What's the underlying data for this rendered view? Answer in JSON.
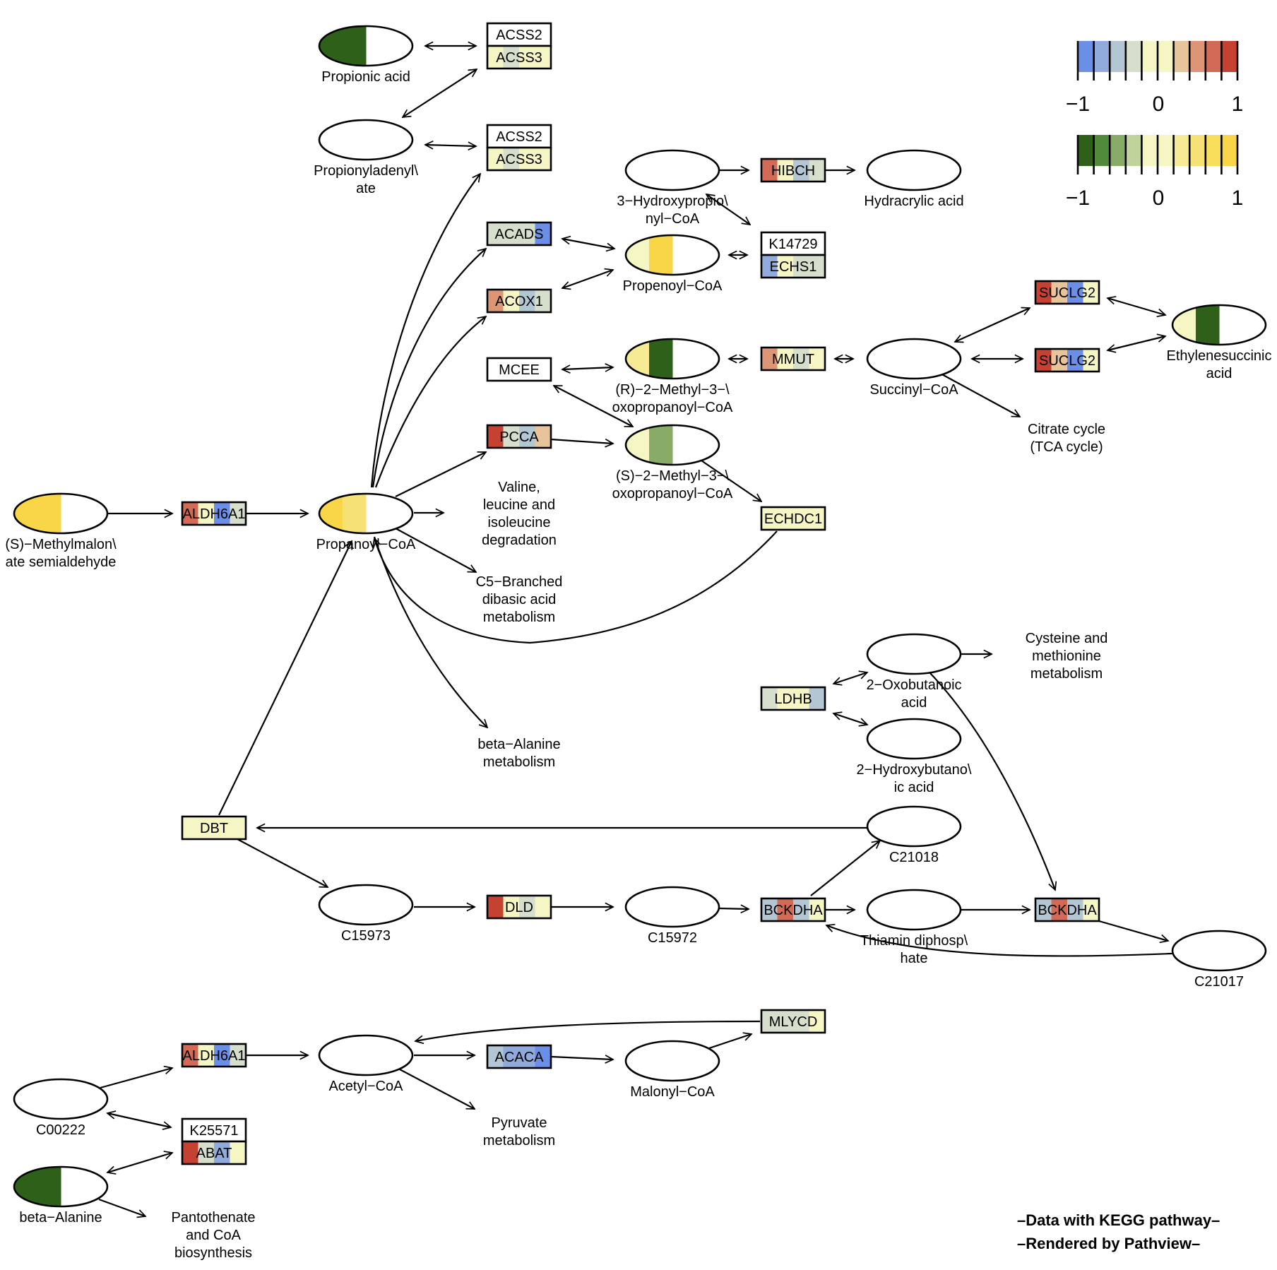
{
  "colors": {
    "gene_scale": [
      "#6b8fe6",
      "#90aadc",
      "#b3c6d4",
      "#d6dfcc",
      "#f6f6c4",
      "#f6f6c4",
      "#e8c49a",
      "#dc9676",
      "#d26a56",
      "#c54232"
    ],
    "cpd_scale": [
      "#2e6019",
      "#528a3c",
      "#89ab68",
      "#bfd39a",
      "#f6f6c4",
      "#f6f6c4",
      "#f6ea94",
      "#f6e274",
      "#f8de5a",
      "#f8d648"
    ]
  },
  "legend": {
    "gene": {
      "min_label": "−1",
      "mid_label": "0",
      "max_label": "1"
    },
    "compound": {
      "min_label": "−1",
      "mid_label": "0",
      "max_label": "1"
    }
  },
  "footer": {
    "line1": "–Data with KEGG pathway–",
    "line2": "–Rendered  by  Pathview–"
  },
  "compounds": [
    {
      "id": "propionic_acid",
      "label": [
        "Propionic acid"
      ],
      "colors": [
        "#2e6019",
        "#2e6019"
      ]
    },
    {
      "id": "propionyladenylate",
      "label": [
        "Propionyladenyl\\",
        "ate"
      ],
      "colors": []
    },
    {
      "id": "hydroxypropionyl_coa",
      "label": [
        "3−Hydroxypropio\\",
        "nyl−CoA"
      ],
      "colors": []
    },
    {
      "id": "hydracrylic_acid",
      "label": [
        "Hydracrylic acid"
      ],
      "colors": []
    },
    {
      "id": "propenoyl_coa",
      "label": [
        "Propenoyl−CoA"
      ],
      "colors": [
        "#f6f6c4",
        "#f8d648"
      ]
    },
    {
      "id": "r_methyl_oxopropanoyl_coa",
      "label": [
        "(R)−2−Methyl−3−\\",
        "oxopropanoyl−CoA"
      ],
      "colors": [
        "#f6ea94",
        "#2e6019"
      ]
    },
    {
      "id": "s_methyl_oxopropanoyl_coa",
      "label": [
        "(S)−2−Methyl−3−\\",
        "oxopropanoyl−CoA"
      ],
      "colors": [
        "#f6f6c4",
        "#89ab68"
      ]
    },
    {
      "id": "succinyl_coa",
      "label": [
        "Succinyl−CoA"
      ],
      "colors": []
    },
    {
      "id": "ethylenesuccinic_acid",
      "label": [
        "Ethylenesuccinic",
        "acid"
      ],
      "colors": [
        "#f6f6c4",
        "#2e6019"
      ]
    },
    {
      "id": "s_methylmalonate_semialdehyde",
      "label": [
        "(S)−Methylmalon\\",
        "ate semialdehyde"
      ],
      "colors": [
        "#f8d648",
        "#f8d648"
      ]
    },
    {
      "id": "propanoyl_coa",
      "label": [
        "Propanoyl−CoA"
      ],
      "colors": [
        "#f8d648",
        "#f6e274"
      ]
    },
    {
      "id": "oxobutanoic_acid",
      "label": [
        "2−Oxobutanoic",
        "acid"
      ],
      "colors": []
    },
    {
      "id": "hydroxybutanoic_acid",
      "label": [
        "2−Hydroxybutano\\",
        "ic acid"
      ],
      "colors": []
    },
    {
      "id": "c21018",
      "label": [
        "C21018"
      ],
      "colors": []
    },
    {
      "id": "c15973",
      "label": [
        "C15973"
      ],
      "colors": []
    },
    {
      "id": "c15972",
      "label": [
        "C15972"
      ],
      "colors": []
    },
    {
      "id": "thiamin_diphosphate",
      "label": [
        "Thiamin diphosp\\",
        "hate"
      ],
      "colors": []
    },
    {
      "id": "c21017",
      "label": [
        "C21017"
      ],
      "colors": []
    },
    {
      "id": "acetyl_coa",
      "label": [
        "Acetyl−CoA"
      ],
      "colors": []
    },
    {
      "id": "malonyl_coa",
      "label": [
        "Malonyl−CoA"
      ],
      "colors": []
    },
    {
      "id": "c00222",
      "label": [
        "C00222"
      ],
      "colors": []
    },
    {
      "id": "beta_alanine",
      "label": [
        "beta−Alanine"
      ],
      "colors": [
        "#2e6019",
        "#2e6019"
      ]
    }
  ],
  "genes": [
    {
      "id": "acss2_a",
      "label": "ACSS2",
      "colors": []
    },
    {
      "id": "acss3_a",
      "label": "ACSS3",
      "colors": [
        "#f6f6c4",
        "#d6dfcc",
        "#f6f6c4",
        "#f6f6c4"
      ]
    },
    {
      "id": "acss2_b",
      "label": "ACSS2",
      "colors": []
    },
    {
      "id": "acss3_b",
      "label": "ACSS3",
      "colors": [
        "#f6f6c4",
        "#d6dfcc",
        "#f6f6c4",
        "#f6f6c4"
      ]
    },
    {
      "id": "hibch",
      "label": "HIBCH",
      "colors": [
        "#d26a56",
        "#f6f6c4",
        "#b3c6d4",
        "#d6dfcc"
      ]
    },
    {
      "id": "acads",
      "label": "ACADS",
      "colors": [
        "#d6dfcc",
        "#d6dfcc",
        "#d6dfcc",
        "#6b8fe6"
      ]
    },
    {
      "id": "k14729",
      "label": "K14729",
      "colors": []
    },
    {
      "id": "echs1",
      "label": "ECHS1",
      "colors": [
        "#90aadc",
        "#f6f6c4",
        "#d6dfcc",
        "#d6dfcc"
      ]
    },
    {
      "id": "acox1",
      "label": "ACOX1",
      "colors": [
        "#dc9676",
        "#f6f6c4",
        "#b3c6d4",
        "#d6dfcc"
      ]
    },
    {
      "id": "suclg2_a",
      "label": "SUCLG2",
      "colors": [
        "#c54232",
        "#e8c49a",
        "#6b8fe6",
        "#f6f6c4"
      ]
    },
    {
      "id": "mcee",
      "label": "MCEE",
      "colors": []
    },
    {
      "id": "mmut",
      "label": "MMUT",
      "colors": [
        "#dc9676",
        "#f6f6c4",
        "#d6dfcc",
        "#f6f6c4"
      ]
    },
    {
      "id": "suclg2_b",
      "label": "SUCLG2",
      "colors": [
        "#c54232",
        "#e8c49a",
        "#6b8fe6",
        "#f6f6c4"
      ]
    },
    {
      "id": "pcca",
      "label": "PCCA",
      "colors": [
        "#c54232",
        "#d6dfcc",
        "#b3c6d4",
        "#e8c49a"
      ]
    },
    {
      "id": "aldh6a1_a",
      "label": "ALDH6A1",
      "colors": [
        "#d26a56",
        "#f6f6c4",
        "#6b8fe6",
        "#d6dfcc"
      ]
    },
    {
      "id": "echdc1",
      "label": "ECHDC1",
      "colors": [
        "#f6f6c4",
        "#f6f6c4",
        "#f6f6c4",
        "#f6f6c4"
      ]
    },
    {
      "id": "ldhb",
      "label": "LDHB",
      "colors": [
        "#d6dfcc",
        "#f6f6c4",
        "#f6f6c4",
        "#b3c6d4"
      ]
    },
    {
      "id": "dbt",
      "label": "DBT",
      "colors": [
        "#f6f6c4",
        "#f6f6c4",
        "#f6f6c4",
        "#f6f6c4"
      ]
    },
    {
      "id": "dld",
      "label": "DLD",
      "colors": [
        "#c54232",
        "#f6f6c4",
        "#d6dfcc",
        "#f6f6c4"
      ]
    },
    {
      "id": "bckdha_a",
      "label": "BCKDHA",
      "colors": [
        "#b3c6d4",
        "#d26a56",
        "#b3c6d4",
        "#f6f6c4"
      ]
    },
    {
      "id": "bckdha_b",
      "label": "BCKDHA",
      "colors": [
        "#b3c6d4",
        "#d26a56",
        "#b3c6d4",
        "#f6f6c4"
      ]
    },
    {
      "id": "mlycd",
      "label": "MLYCD",
      "colors": [
        "#d6dfcc",
        "#d6dfcc",
        "#d6dfcc",
        "#f6f6c4"
      ]
    },
    {
      "id": "aldh6a1_b",
      "label": "ALDH6A1",
      "colors": [
        "#d26a56",
        "#f6f6c4",
        "#6b8fe6",
        "#d6dfcc"
      ]
    },
    {
      "id": "acaca",
      "label": "ACACA",
      "colors": [
        "#b3c6d4",
        "#90aadc",
        "#90aadc",
        "#6b8fe6"
      ]
    },
    {
      "id": "k25571",
      "label": "K25571",
      "colors": []
    },
    {
      "id": "abat",
      "label": "ABAT",
      "colors": [
        "#c54232",
        "#d6dfcc",
        "#90aadc",
        "#f6f6c4"
      ]
    }
  ],
  "pathways": [
    {
      "id": "valine_leucine",
      "label": [
        "Valine,",
        "leucine and",
        "isoleucine",
        "degradation"
      ]
    },
    {
      "id": "c5_branched",
      "label": [
        "C5−Branched",
        "dibasic acid",
        "metabolism"
      ]
    },
    {
      "id": "beta_alanine_met",
      "label": [
        "beta−Alanine",
        "metabolism"
      ]
    },
    {
      "id": "citrate_cycle",
      "label": [
        "Citrate cycle",
        "(TCA cycle)"
      ]
    },
    {
      "id": "cysteine_methionine",
      "label": [
        "Cysteine and",
        "methionine",
        "metabolism"
      ]
    },
    {
      "id": "pyruvate",
      "label": [
        "Pyruvate",
        "metabolism"
      ]
    },
    {
      "id": "pantothenate",
      "label": [
        "Pantothenate",
        "and CoA",
        "biosynthesis"
      ]
    }
  ]
}
